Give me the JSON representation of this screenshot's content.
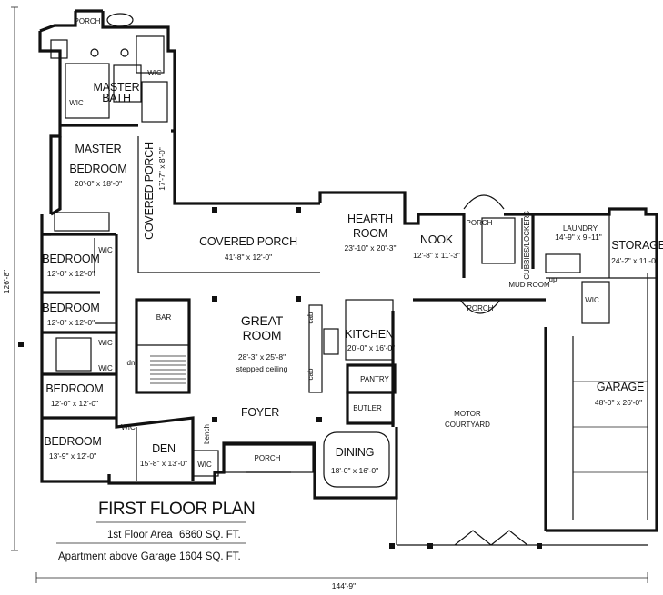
{
  "title": "FIRST FLOOR PLAN",
  "areas": [
    {
      "label": "1st Floor Area",
      "value": "6860 SQ. FT."
    },
    {
      "label": "Apartment above Garage",
      "value": "1604 SQ. FT."
    }
  ],
  "overall_width": "144'-9\"",
  "overall_depth": "126'-8\"",
  "rooms": {
    "porch_top": "PORCH",
    "wic_master_left": "WIC",
    "wic_master_right": "WIC",
    "master_bath_1": "MASTER",
    "master_bath_2": "BATH",
    "master_bedroom_1": "MASTER",
    "master_bedroom_2": "BEDROOM",
    "master_bedroom_dim": "20'-0\" x 18'-0\"",
    "covered_porch_side": "COVERED PORCH",
    "covered_porch_side_dim": "17'-7\" x 8'-0\"",
    "covered_porch": "COVERED PORCH",
    "covered_porch_dim": "41'-8\" x 12'-0\"",
    "hearth_1": "HEARTH",
    "hearth_2": "ROOM",
    "hearth_dim": "23'-10\" x 20'-3\"",
    "nook": "NOOK",
    "nook_dim": "12'-8\" x 11'-3\"",
    "porch_nook": "PORCH",
    "cubbies": "CUBBIES/LOCKERS",
    "laundry": "LAUNDRY",
    "laundry_dim": "14'-9\" x 9'-11\"",
    "storage": "STORAGE",
    "storage_dim": "24'-2\" x 11'-0\"",
    "mud_room": "MUD ROOM",
    "wic_mud": "WIC",
    "up": "up",
    "bedroom1": "BEDROOM",
    "bedroom1_dim": "12'-0\" x 12'-0\"",
    "wic_b1": "WIC",
    "bedroom2": "BEDROOM",
    "bedroom2_dim": "12'-0\" x 12'-0\"",
    "wic_b2": "WIC",
    "wic_b3": "WIC",
    "bedroom3": "BEDROOM",
    "bedroom3_dim": "12'-0\" x 12'-0\"",
    "bedroom4": "BEDROOM",
    "bedroom4_dim": "13'-9\" x 12'-0\"",
    "wic_b4": "WIC",
    "bar": "BAR",
    "dn": "dn",
    "great_1": "GREAT",
    "great_2": "ROOM",
    "great_dim": "28'-3\" x 25'-8\"",
    "great_ceiling": "stepped ceiling",
    "cab1": "cab",
    "cab2": "cab",
    "kitchen": "KITCHEN",
    "kitchen_dim": "20'-0\" x 16'-0\"",
    "pantry": "PANTRY",
    "butler": "BUTLER",
    "porch_mid": "PORCH",
    "foyer": "FOYER",
    "den": "DEN",
    "den_dim": "15'-8\" x 13'-0\"",
    "wic_den": "WIC",
    "bench": "bench",
    "porch_front": "PORCH",
    "dining": "DINING",
    "dining_dim": "18'-0\" x 16'-0\"",
    "motor_1": "MOTOR",
    "motor_2": "COURTYARD",
    "garage": "GARAGE",
    "garage_dim": "48'-0\" x 26'-0\""
  }
}
